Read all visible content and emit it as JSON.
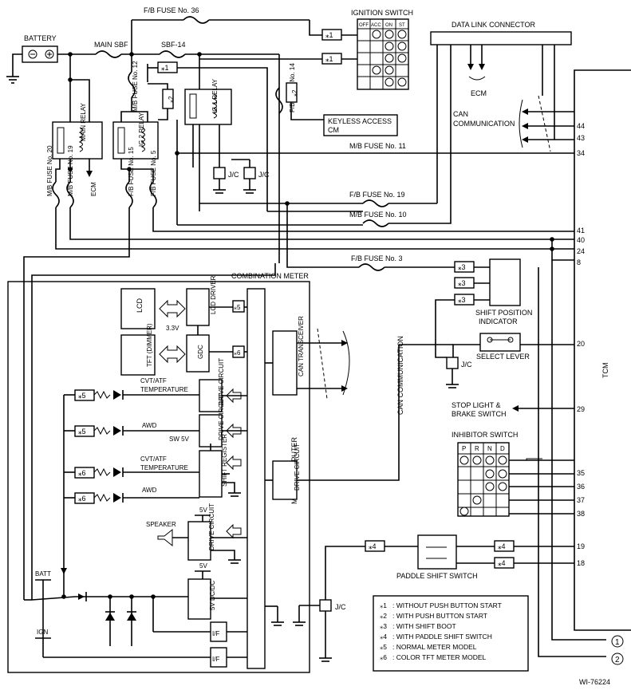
{
  "labels": {
    "battery": "BATTERY",
    "main_sbf": "MAIN SBF",
    "sbf14": "SBF-14",
    "fb_fuse_36": "F/B FUSE No. 36",
    "ignition_switch": "IGNITION SWITCH",
    "data_link_connector": "DATA LINK CONNECTOR",
    "mb_fuse_12": "M/B FUSE No. 12",
    "main_relay": "MAIN RELAY",
    "ig2_relay": "IG 2 RELAY",
    "ig1_relay": "IG 1 RELAY",
    "fb_fuse_14": "F/B FUSE No. 14",
    "keyless_line1": "KEYLESS ACCESS",
    "keyless_line2": "CM",
    "ecm": "ECM",
    "ecm2": "ECM",
    "can_comm": "CAN COMMUNICATION",
    "can_comm_line1": "CAN",
    "can_comm_line2": "COMMUNICATION",
    "mb_fuse_11": "M/B FUSE No. 11",
    "jc": "J/C",
    "mb_fuse_20": "M/B FUSE No. 20",
    "mb_fuse_19": "M/B FUSE No. 19",
    "fb_fuse_15": "F/B FUSE No. 15",
    "fb_fuse_5": "F/B FUSE No. 5",
    "fb_fuse_19": "F/B FUSE No. 19",
    "mb_fuse_10": "M/B FUSE No. 10",
    "fb_fuse_3": "F/B FUSE No. 3",
    "combination_meter": "COMBINATION METER",
    "lcd": "LCD",
    "lcd_driver": "LCD DRIVER",
    "v33": "3.3V",
    "tft": "TFT (DIMMER)",
    "gdc": "GDC",
    "can_transceiver": "CAN TRANSCEIVER",
    "cvt_temp1": "CVT/ATF",
    "temp1": "TEMPERATURE",
    "awd1": "AWD",
    "cvt_temp2": "CVT/ATF",
    "temp2": "TEMPERATURE",
    "awd2": "AWD",
    "drive_circuit": "DRIVE CIRCUIT",
    "shift_register": "SHIFT REGISTER",
    "sw5v": "SW 5V",
    "micro_computer": "MICRO COMPUTER",
    "speaker": "SPEAKER",
    "v5a": "5V",
    "v5b": "5V",
    "dcdc": "5V DC/DC",
    "batt": "BATT",
    "ign": "IGN",
    "if": "I/F",
    "shift_position_indicator_1": "SHIFT POSITION",
    "shift_position_indicator_2": "INDICATOR",
    "select_lever": "SELECT LEVER",
    "stop_light_1": "STOP LIGHT &",
    "stop_light_2": "BRAKE SWITCH",
    "inhibitor_switch": "INHIBITOR SWITCH",
    "paddle_shift_switch": "PADDLE SHIFT SWITCH",
    "tcm": "TCM",
    "figure_id": "WI-76224",
    "circle1": "1",
    "circle2": "2"
  },
  "ignition_columns": [
    "OFF",
    "ACC",
    "ON",
    "ST"
  ],
  "inhibitor_columns": [
    "P",
    "R",
    "N",
    "D"
  ],
  "tags": {
    "t1": "⁎1",
    "t2": "⁎2",
    "t3": "⁎3",
    "t4": "⁎4",
    "t5": "⁎5",
    "t6": "⁎6"
  },
  "tcm_pins": [
    "44",
    "43",
    "34",
    "41",
    "40",
    "24",
    "8",
    "20",
    "29",
    "35",
    "36",
    "37",
    "38",
    "19",
    "18"
  ],
  "legend": [
    {
      "mark": "⁎1",
      "text": ": WITHOUT PUSH BUTTON START"
    },
    {
      "mark": "⁎2",
      "text": ": WITH PUSH BUTTON START"
    },
    {
      "mark": "⁎3",
      "text": ": WITH SHIFT BOOT"
    },
    {
      "mark": "⁎4",
      "text": ": WITH PADDLE SHIFT SWITCH"
    },
    {
      "mark": "⁎5",
      "text": ": NORMAL METER MODEL"
    },
    {
      "mark": "⁎6",
      "text": ": COLOR TFT METER MODEL"
    }
  ]
}
